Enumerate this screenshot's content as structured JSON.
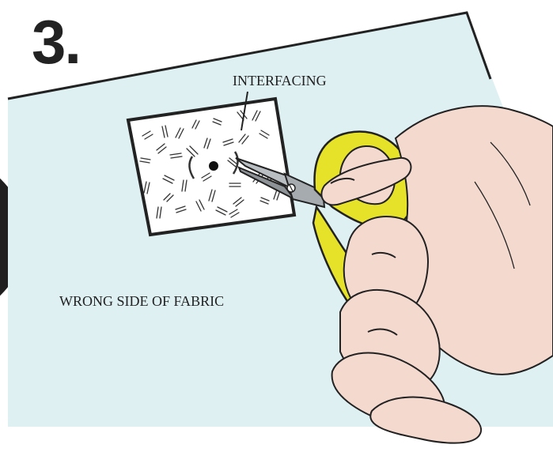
{
  "step": {
    "number": "3."
  },
  "labels": {
    "interfacing": "INTERFACING",
    "fabric_side": "WRONG SIDE OF FABRIC"
  },
  "colors": {
    "fabric": "#dff0f3",
    "scissor_handle": "#e6e22a",
    "skin": "#f4d9cf",
    "outline": "#222222",
    "background": "#ffffff"
  },
  "icons": [
    "scissors-icon",
    "hand-icon",
    "marked-dot-icon"
  ]
}
